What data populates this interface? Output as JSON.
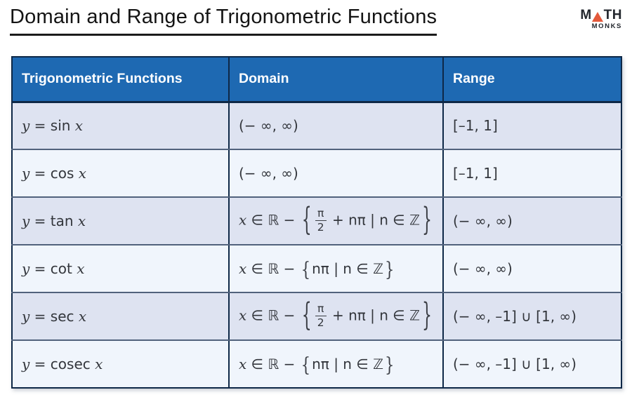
{
  "page": {
    "title": "Domain and Range of Trigonometric Functions"
  },
  "logo": {
    "text_m": "M",
    "text_th": "TH",
    "text_monks": "MONKS",
    "triangle_color": "#e4593b"
  },
  "colors": {
    "header_bg": "#1e69b2",
    "header_text": "#ffffff",
    "row_odd_bg": "#dee3f1",
    "row_even_bg": "#f0f5fc",
    "outer_border": "#0e2847",
    "row_border": "#51627c",
    "cell_text": "#33363c"
  },
  "table": {
    "headers": [
      "Trigonometric Functions",
      "Domain",
      "Range"
    ],
    "rows": [
      {
        "function": [
          {
            "k": "var",
            "v": "y"
          },
          {
            "k": "txt",
            "v": " = sin "
          },
          {
            "k": "var",
            "v": "x"
          }
        ],
        "domain": [
          {
            "k": "txt",
            "v": "(− ∞, ∞)"
          }
        ],
        "range": [
          {
            "k": "txt",
            "v": "[–1, 1]"
          }
        ]
      },
      {
        "function": [
          {
            "k": "var",
            "v": "y"
          },
          {
            "k": "txt",
            "v": " = cos "
          },
          {
            "k": "var",
            "v": "x"
          }
        ],
        "domain": [
          {
            "k": "txt",
            "v": "(− ∞, ∞)"
          }
        ],
        "range": [
          {
            "k": "txt",
            "v": "[–1, 1]"
          }
        ]
      },
      {
        "function": [
          {
            "k": "var",
            "v": "y"
          },
          {
            "k": "txt",
            "v": " = tan "
          },
          {
            "k": "var",
            "v": "x"
          }
        ],
        "domain": [
          {
            "k": "var",
            "v": "x"
          },
          {
            "k": "txt",
            "v": " ∈ "
          },
          {
            "k": "bb",
            "v": "ℝ"
          },
          {
            "k": "txt",
            "v": " − "
          },
          {
            "k": "brace-lg",
            "v": "{"
          },
          {
            "k": "frac",
            "n": "π",
            "d": "2"
          },
          {
            "k": "txt",
            "v": " + nπ | n ∈ "
          },
          {
            "k": "bb",
            "v": "ℤ"
          },
          {
            "k": "brace-lg",
            "v": "}"
          }
        ],
        "range": [
          {
            "k": "txt",
            "v": "(− ∞, ∞)"
          }
        ]
      },
      {
        "function": [
          {
            "k": "var",
            "v": "y"
          },
          {
            "k": "txt",
            "v": " = cot "
          },
          {
            "k": "var",
            "v": "x"
          }
        ],
        "domain": [
          {
            "k": "var",
            "v": "x"
          },
          {
            "k": "txt",
            "v": " ∈ "
          },
          {
            "k": "bb",
            "v": "ℝ"
          },
          {
            "k": "txt",
            "v": " − "
          },
          {
            "k": "brace-md",
            "v": "{"
          },
          {
            "k": "txt",
            "v": "nπ | n ∈ "
          },
          {
            "k": "bb",
            "v": "ℤ"
          },
          {
            "k": "brace-md",
            "v": "}"
          }
        ],
        "range": [
          {
            "k": "txt",
            "v": "(− ∞, ∞)"
          }
        ]
      },
      {
        "function": [
          {
            "k": "var",
            "v": "y"
          },
          {
            "k": "txt",
            "v": " = sec "
          },
          {
            "k": "var",
            "v": "x"
          }
        ],
        "domain": [
          {
            "k": "var",
            "v": "x"
          },
          {
            "k": "txt",
            "v": " ∈ "
          },
          {
            "k": "bb",
            "v": "ℝ"
          },
          {
            "k": "txt",
            "v": " − "
          },
          {
            "k": "brace-lg",
            "v": "{"
          },
          {
            "k": "frac",
            "n": "π",
            "d": "2"
          },
          {
            "k": "txt",
            "v": " + nπ | n ∈ "
          },
          {
            "k": "bb",
            "v": "ℤ"
          },
          {
            "k": "brace-lg",
            "v": "}"
          }
        ],
        "range": [
          {
            "k": "txt",
            "v": "(− ∞, –1] ∪ [1, ∞)"
          }
        ]
      },
      {
        "function": [
          {
            "k": "var",
            "v": "y"
          },
          {
            "k": "txt",
            "v": " = cosec "
          },
          {
            "k": "var",
            "v": "x"
          }
        ],
        "domain": [
          {
            "k": "var",
            "v": "x"
          },
          {
            "k": "txt",
            "v": " ∈ "
          },
          {
            "k": "bb",
            "v": "ℝ"
          },
          {
            "k": "txt",
            "v": " − "
          },
          {
            "k": "brace-md",
            "v": "{"
          },
          {
            "k": "txt",
            "v": "nπ | n ∈ "
          },
          {
            "k": "bb",
            "v": "ℤ"
          },
          {
            "k": "brace-md",
            "v": "}"
          }
        ],
        "range": [
          {
            "k": "txt",
            "v": "(− ∞, –1] ∪ [1, ∞)"
          }
        ]
      }
    ]
  }
}
